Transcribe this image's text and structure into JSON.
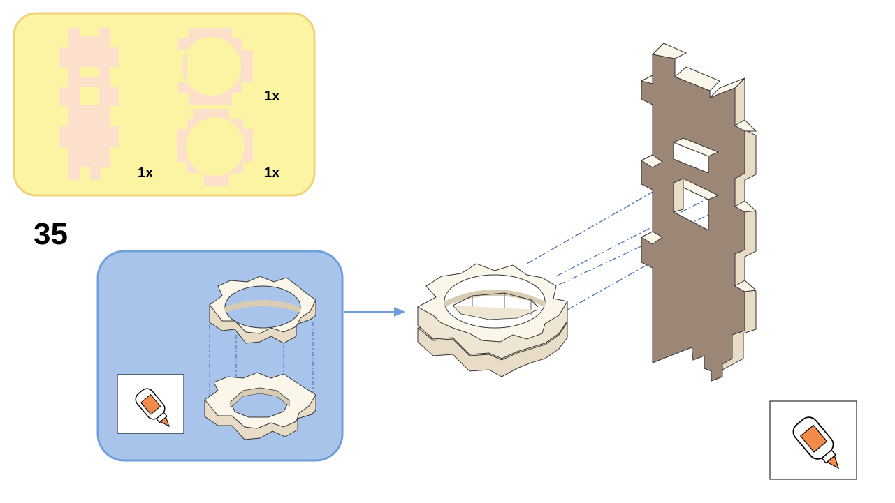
{
  "step": {
    "number": "35"
  },
  "parts_panel": {
    "fill": "#fbf4a3",
    "border": "#f0d27a",
    "part_color": "#fde0cc",
    "quantities": [
      "1x",
      "1x",
      "1x"
    ]
  },
  "detail_panel": {
    "fill": "#a9c4ea",
    "border": "#6e9fdb"
  },
  "colors": {
    "wood_top": "#fbf6ea",
    "wood_side": "#e8dcc6",
    "wood_dark": "#9c8676",
    "assembly_line": "#3d6aab",
    "arrow": "#6e9fdb",
    "glue_cap": "#f28a4a"
  },
  "icons": [
    "glue-bottle-icon",
    "glue-bottle-icon"
  ]
}
